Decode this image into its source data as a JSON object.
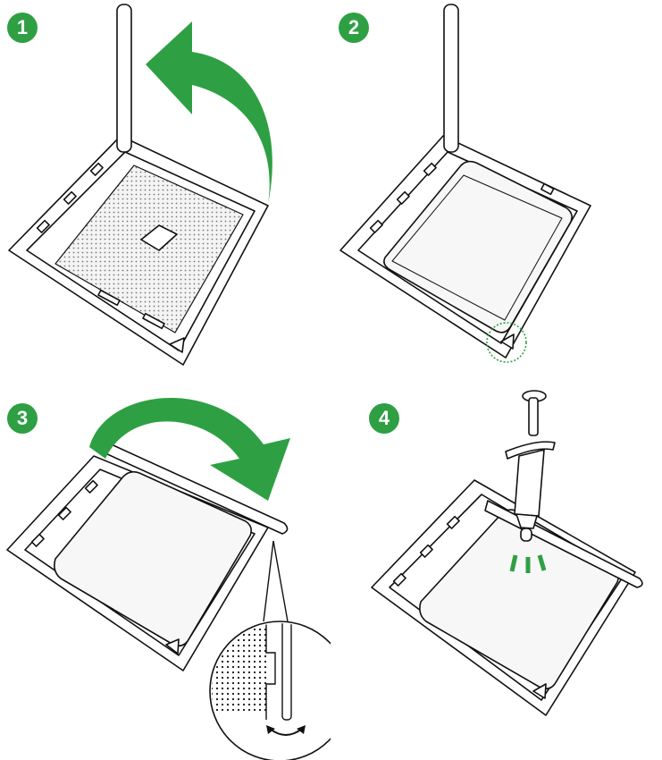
{
  "colors": {
    "accent_green": "#2ea043",
    "line": "#111111",
    "fill": "#ffffff",
    "chip": "#f2f2f2"
  },
  "steps": [
    {
      "number": "1",
      "icon": "lever-up-arrow-icon"
    },
    {
      "number": "2",
      "icon": "cpu-alignment-circle-icon"
    },
    {
      "number": "3",
      "icon": "lever-down-arrow-icon"
    },
    {
      "number": "4",
      "icon": "thermal-paste-syringe-icon"
    }
  ]
}
